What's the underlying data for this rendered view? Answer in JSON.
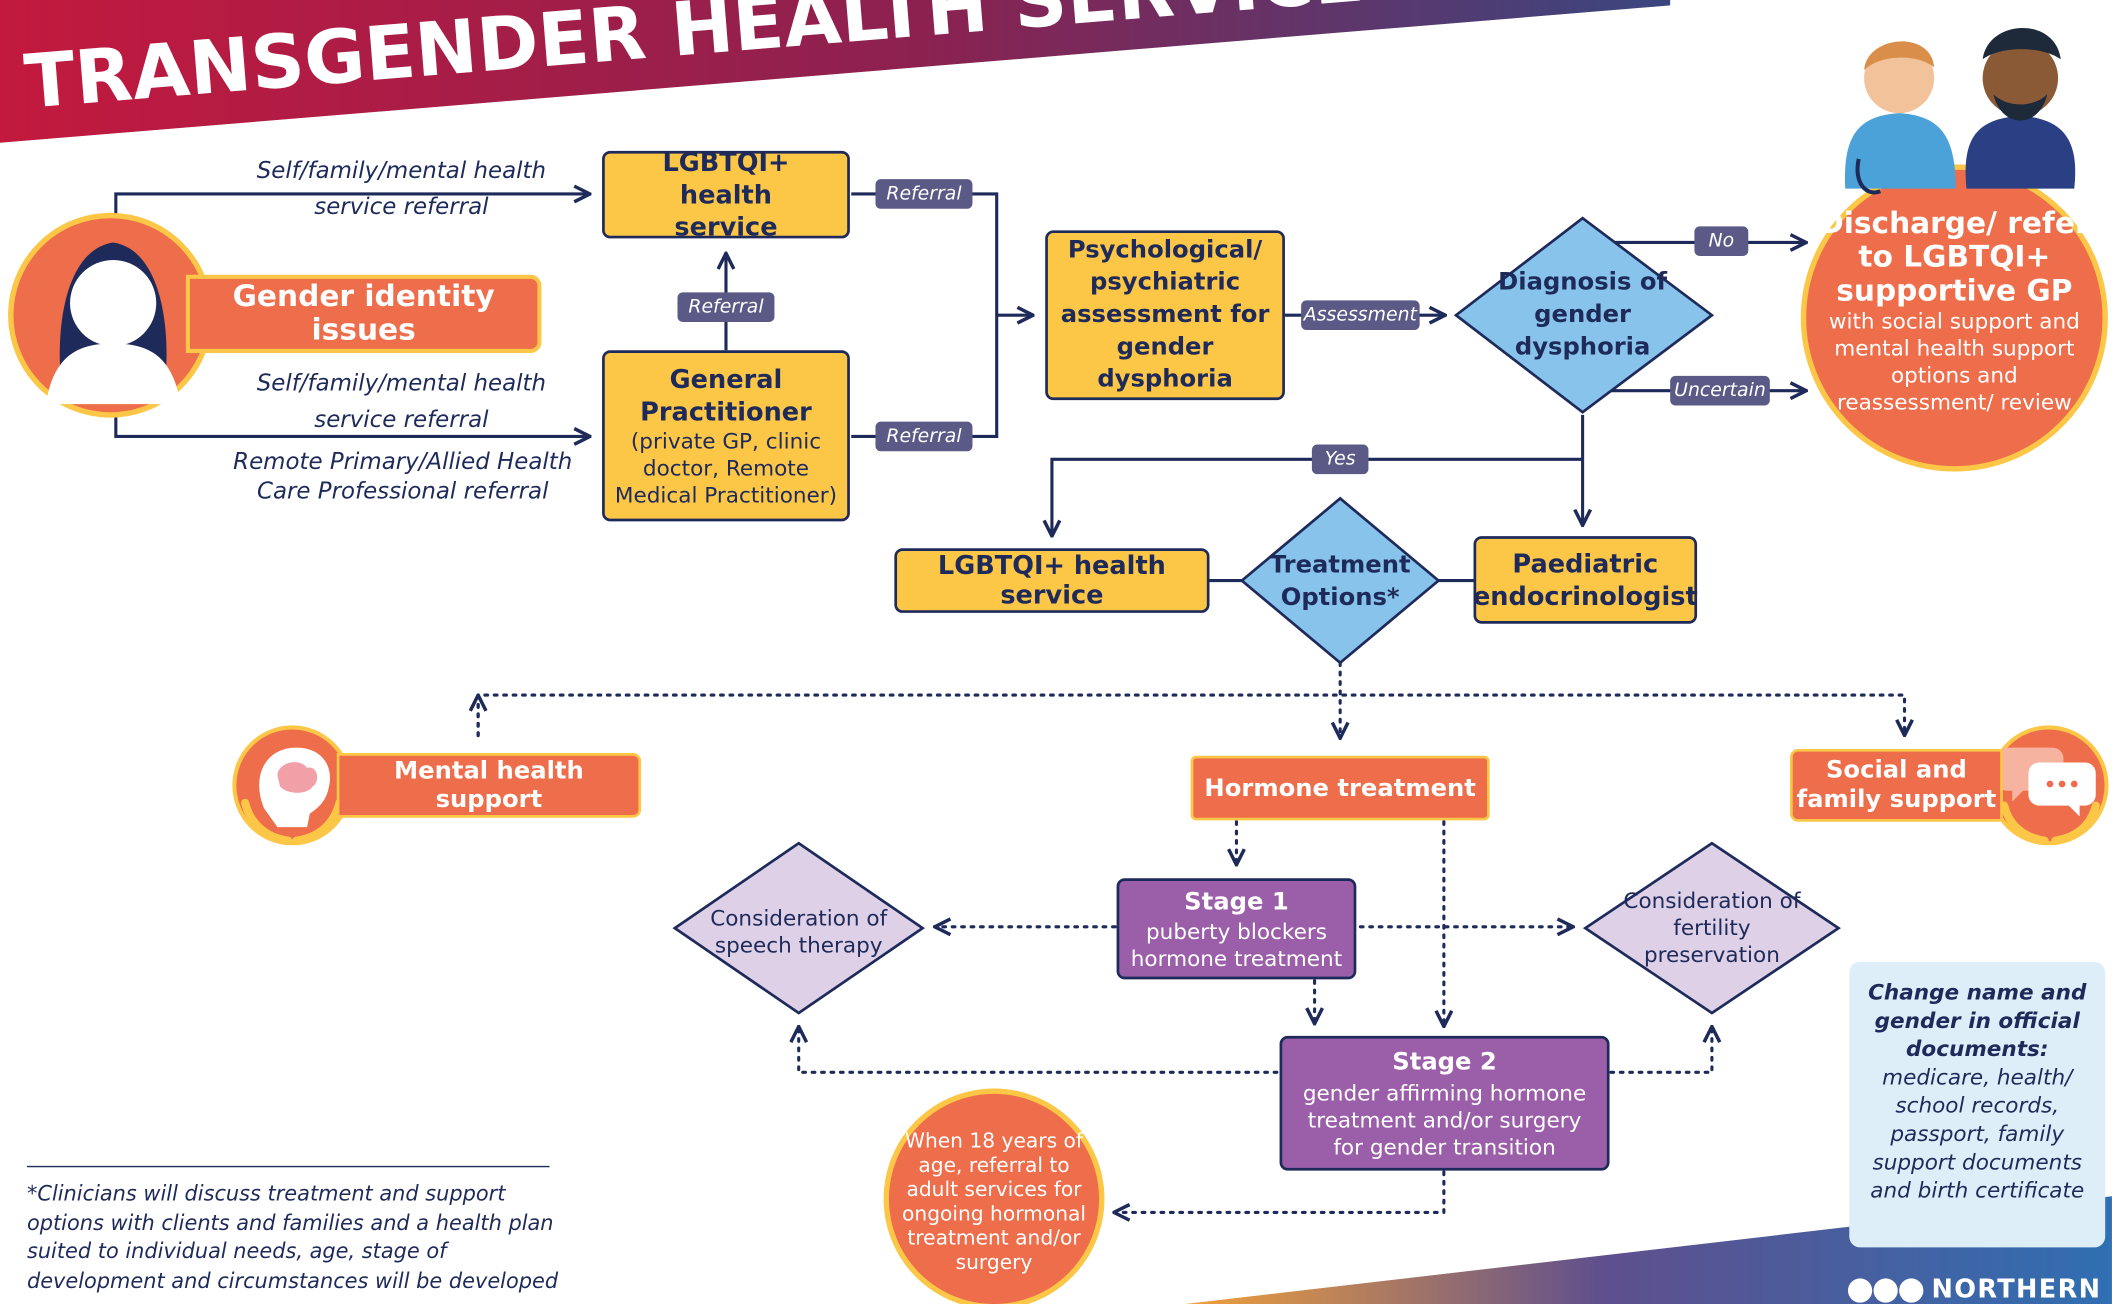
{
  "header": {
    "title": "TRANSGENDER HEALTH SERVICE PATHWAYS",
    "colors": {
      "banner_start": "#c3193e",
      "banner_end": "#3a4680",
      "text": "#ffffff"
    }
  },
  "patient": {
    "label": "Gender identity issues"
  },
  "referrals": {
    "top": "Self/family/mental health service referral",
    "bottom": "Self/family/mental health service referral",
    "remote": "Remote Primary/Allied Health Care Professional referral"
  },
  "nodes": {
    "lgbtqi_top": "LGBTQI+ health service",
    "gp_title": "General Practitioner",
    "gp_detail": "(private GP, clinic doctor, Remote Medical Practitioner)",
    "psych": "Psychological/ psychiatric assessment for gender dysphoria",
    "diagnosis": "Diagnosis of gender dysphoria",
    "lgbtqi_bottom": "LGBTQI+ health service",
    "treatment": "Treatment Options*",
    "paediatric": "Paediatric endocrinologist",
    "mental_health": "Mental health support",
    "hormone": "Hormone treatment",
    "social": "Social and family support",
    "stage1_title": "Stage 1",
    "stage1_detail": "puberty blockers hormone treatment",
    "stage2_title": "Stage 2",
    "stage2_detail": "gender affirming hormone treatment and/or surgery for gender transition",
    "speech": "Consideration of speech therapy",
    "fertility": "Consideration of fertility preservation",
    "adult": "When 18 years of age, referral to adult services for ongoing hormonal treatment and/or surgery"
  },
  "edge_labels": {
    "referral_up": "Referral",
    "referral_top": "Referral",
    "referral_bottom": "Referral",
    "assessment": "Assessment",
    "no": "No",
    "uncertain": "Uncertain",
    "yes": "Yes"
  },
  "discharge": {
    "title": "Discharge/ refer to LGBTQI+ supportive GP",
    "detail": "with social support and mental health support options and reassessment/ review"
  },
  "documents": {
    "title": "Change name and gender in official documents:",
    "detail": "medicare, health/ school records, passport, family support documents and birth certificate"
  },
  "footnote": "*Clinicians will discuss treatment and support options with clients and families and a health plan suited to individual needs, age, stage of development and circumstances will be developed",
  "logo": {
    "text": "NORTHERN"
  },
  "icons": [
    "person-silhouette-icon",
    "clinicians-icon",
    "brain-in-hands-icon",
    "speech-bubbles-in-hands-icon",
    "logo-mark-icon"
  ],
  "colors": {
    "navy": "#1e2a5a",
    "yellow": "#fcc646",
    "orange": "#ee6d4b",
    "purple": "#9a5fa8",
    "lilac": "#ded0e6",
    "blue": "#87c3ea",
    "label": "#5b5a86",
    "doc_panel": "#deeef8"
  }
}
